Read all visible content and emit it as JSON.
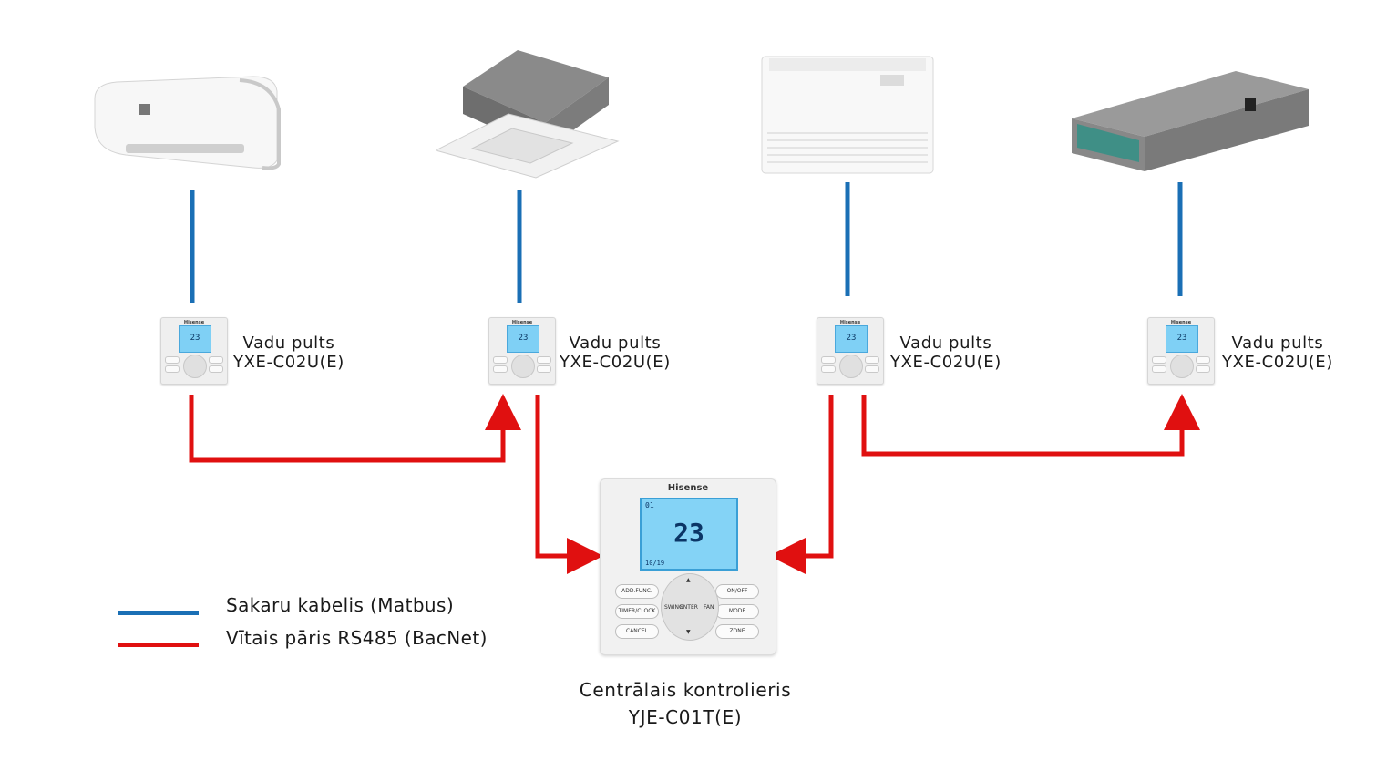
{
  "units": [
    {
      "name": "wall-split-unit"
    },
    {
      "name": "ceiling-cassette-unit"
    },
    {
      "name": "floor-ceiling-unit"
    },
    {
      "name": "ducted-unit"
    }
  ],
  "remotes": [
    {
      "label": "Vadu pults",
      "model": "YXE-C02U(E)",
      "brand": "Hisense",
      "display": "23"
    },
    {
      "label": "Vadu pults",
      "model": "YXE-C02U(E)",
      "brand": "Hisense",
      "display": "23"
    },
    {
      "label": "Vadu pults",
      "model": "YXE-C02U(E)",
      "brand": "Hisense",
      "display": "23"
    },
    {
      "label": "Vadu pults",
      "model": "YXE-C02U(E)",
      "brand": "Hisense",
      "display": "23"
    }
  ],
  "central": {
    "brand": "Hisense",
    "display_temp": "23",
    "display_top": "01",
    "display_bottom": "10/19",
    "buttons": {
      "add_func": "ADD.FUNC.",
      "timer_clock": "TIMER/CLOCK",
      "cancel": "CANCEL",
      "on_off": "ON/OFF",
      "mode": "MODE",
      "zone": "ZONE",
      "swing": "SWING",
      "enter": "ENTER",
      "fan": "FAN"
    },
    "label": "Centrālais kontrolieris",
    "model": "YJE-C01T(E)"
  },
  "legend": {
    "matbus": {
      "text": "Sakaru kabelis (Matbus)",
      "color": "#1a6fb5"
    },
    "bacnet": {
      "text": "Vītais pāris RS485 (BacNet)",
      "color": "#e01010"
    }
  },
  "colors": {
    "matbus": "#1a6fb5",
    "bacnet": "#e01010"
  }
}
